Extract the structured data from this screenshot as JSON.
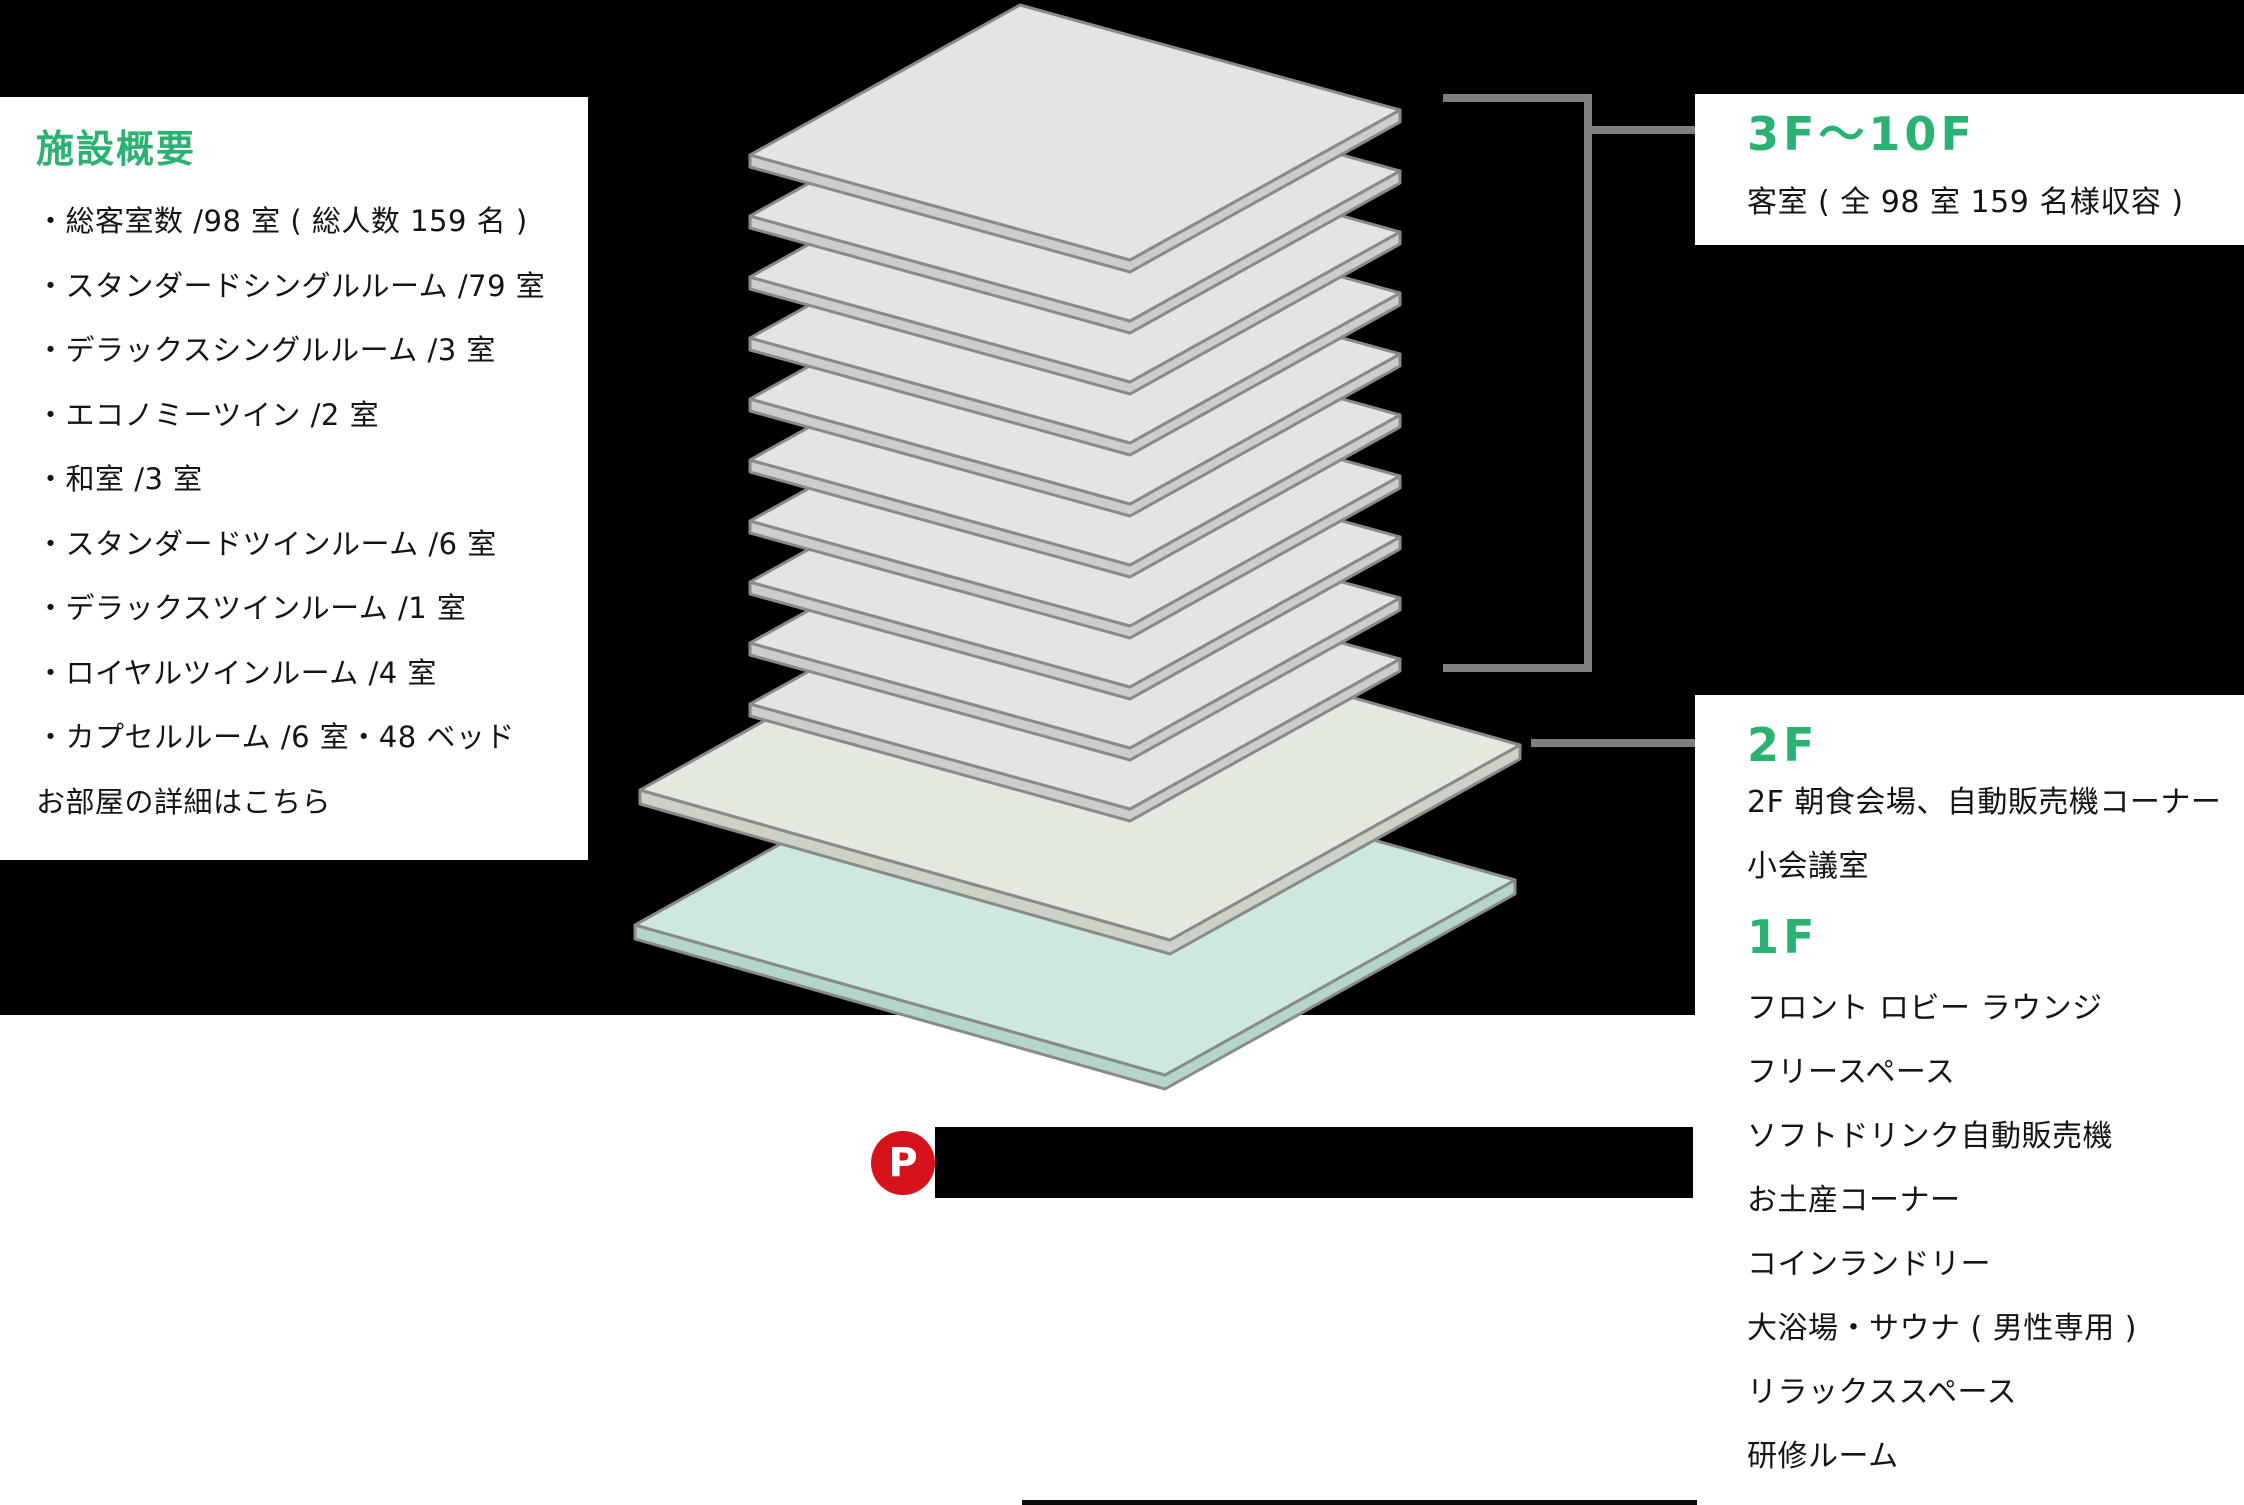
{
  "facility_overview": {
    "title": "施設概要",
    "items": [
      "・総客室数 /98 室 ( 総人数 159 名 )",
      "・スタンダードシングルルーム /79 室",
      "・デラックスシングルルーム /3 室",
      "・エコノミーツイン /2 室",
      "・和室 /3 室",
      "・スタンダードツインルーム /6 室",
      "・デラックスツインルーム /1 室",
      "・ロイヤルツインルーム /4 室",
      "・カプセルルーム /6 室・48 ベッド"
    ],
    "link_text": "お部屋の詳細はこちら"
  },
  "floors": {
    "upper": {
      "label": "3F〜10F",
      "description": "客室 ( 全 98 室 159 名様収容 )"
    },
    "second": {
      "label": "2F",
      "lines": [
        "2F 朝食会場、自動販売機コーナー",
        "小会議室"
      ]
    },
    "first": {
      "label": "1F",
      "lines": [
        "フロント ロビー ラウンジ",
        "フリースペース",
        "ソフトドリンク自動販売機",
        "お土産コーナー",
        "コインランドリー",
        "大浴場・サウナ ( 男性専用 )",
        "リラックススペース",
        "研修ルーム"
      ]
    }
  },
  "parking": {
    "icon_letter": "P"
  },
  "building": {
    "gray_floor_slabs": 10,
    "colored_slabs": [
      "2F",
      "1F"
    ]
  },
  "colors": {
    "background": "#000000",
    "panel_white": "#ffffff",
    "accent_green": "#2bb273",
    "parking_red": "#d6131c",
    "slab_gray": "#e4e4e3",
    "slab_2f_green": "#e3e9de",
    "slab_1f_teal": "#cde9dd",
    "connector_gray": "#7f7f7f",
    "text_dark": "#141414"
  }
}
